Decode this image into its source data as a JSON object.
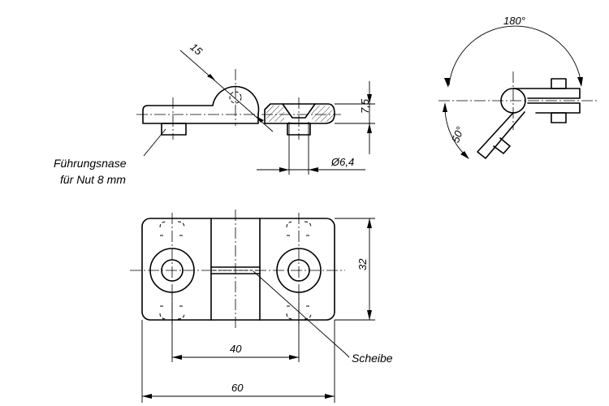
{
  "side_view": {
    "dim_radius": "15",
    "dim_height": "7,5",
    "dim_bore": "Ø6,4",
    "note_line1": "Führungsnase",
    "note_line2": "für Nut 8 mm"
  },
  "swing_view": {
    "angle_open": "180°",
    "angle_tilt": "50°"
  },
  "top_view": {
    "dim_height": "32",
    "dim_hole_spacing": "40",
    "dim_total_length": "60",
    "label_washer": "Scheibe"
  }
}
